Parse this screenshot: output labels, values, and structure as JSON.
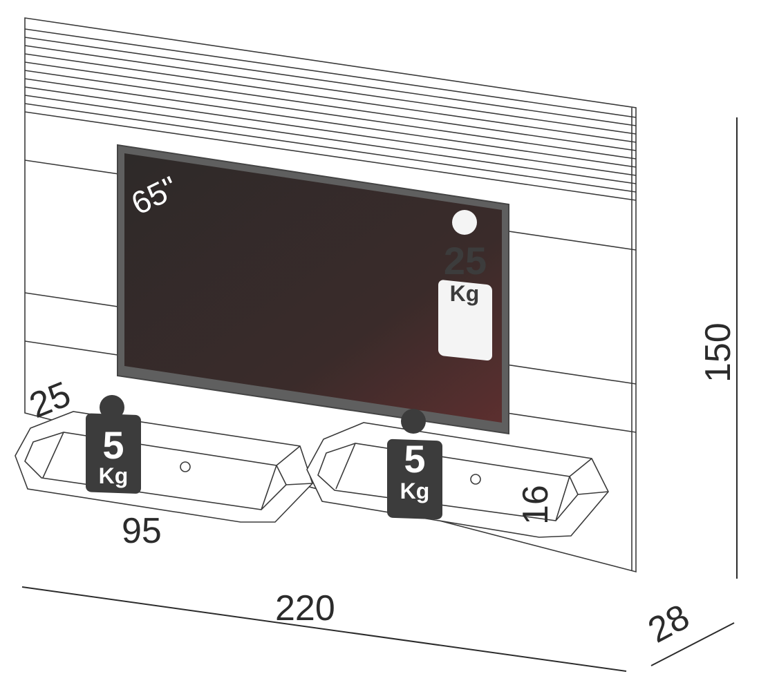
{
  "dimensions": {
    "width": "220",
    "height": "150",
    "depth": "28",
    "shelf_width": "95",
    "shelf_depth": "25",
    "shelf_height": "16"
  },
  "tv": {
    "size_label": "65\""
  },
  "weight_tags": {
    "tv": {
      "value": "25",
      "unit": "Kg"
    },
    "left_shelf": {
      "value": "5",
      "unit": "Kg"
    },
    "right_shelf": {
      "value": "5",
      "unit": "Kg"
    }
  },
  "colors": {
    "outline": "#3a3a3a",
    "screen_dark": "#2f2a28",
    "screen_red": "#5a2e2e",
    "tv_frame": "#6b6b6b",
    "tag_dark": "#3c3c3c",
    "tag_light": "#f4f4f4"
  }
}
